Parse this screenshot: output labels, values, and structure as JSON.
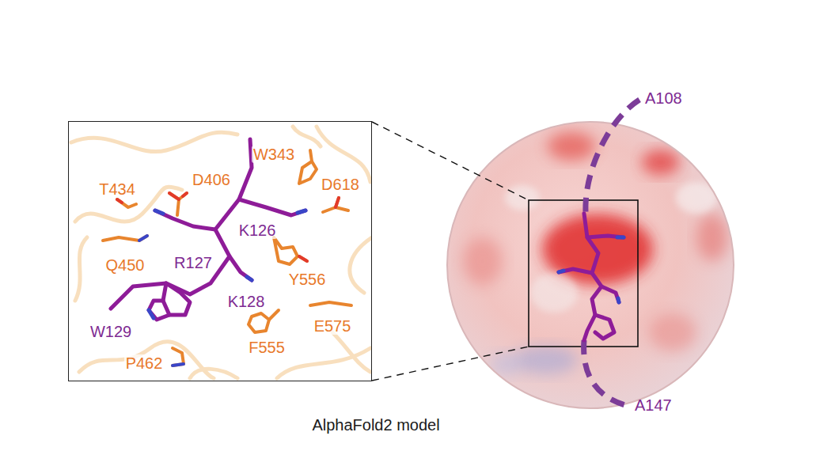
{
  "diagram": {
    "caption": "AlphaFold2 model",
    "nodes": [
      {
        "text": [
          "W343",
          "T434",
          "D406",
          "D618",
          "Q450",
          "R127",
          "K126",
          "Y556",
          "K128",
          "E575",
          "W129",
          "P462",
          "F555"
        ]
      }
    ],
    "labels": [
      "A108",
      "A147"
    ]
  }
}
